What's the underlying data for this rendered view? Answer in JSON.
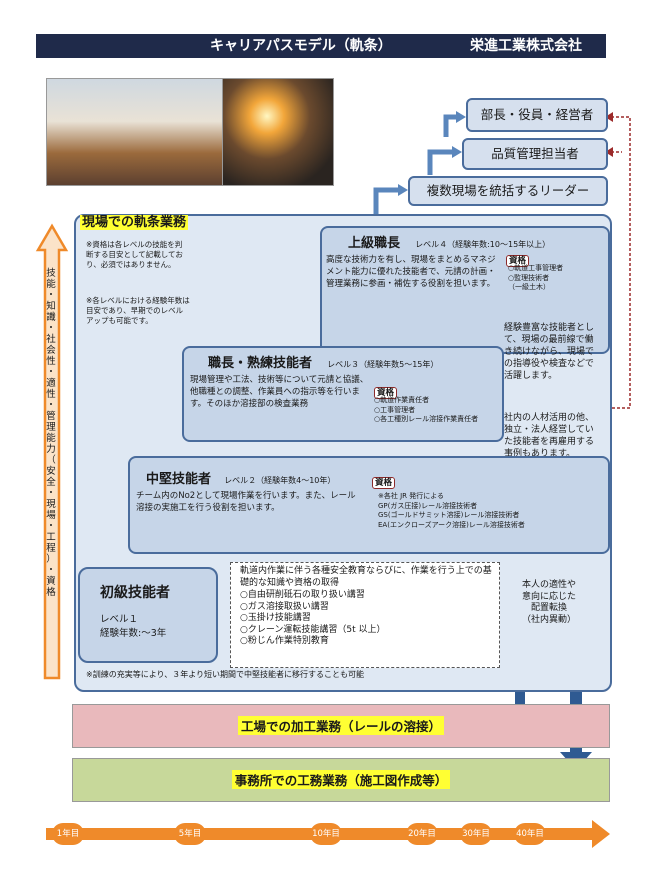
{
  "header": {
    "title": "キャリアパスモデル（軌条）",
    "company": "栄進工業株式会社"
  },
  "photos": [
    "rail-storage-photo",
    "rail-welding-photo"
  ],
  "top_roles": {
    "top": "部長・役員・経営者",
    "qa": "品質管理担当者",
    "leader": "複数現場を統括するリーダー"
  },
  "field": {
    "title": "現場での軌条業務",
    "note1": "※資格は各レベルの技能を判断する目安として記載しており、必須ではありません。",
    "note2": "※各レベルにおける経験年数は目安であり、早期でのレベルアップも可能です。",
    "footnote": "※訓練の充実等により、３年より短い期間で中堅技能者に移行することも可能"
  },
  "vertical_label": [
    "技",
    "能",
    "・",
    "知",
    "識",
    "・",
    "社",
    "会",
    "性",
    "・",
    "適",
    "性",
    "・",
    "管",
    "理",
    "能",
    "力",
    "（",
    "安",
    "全",
    "・",
    "現",
    "場",
    "・",
    "工",
    "程",
    "）",
    "・",
    "資",
    "格"
  ],
  "levels": {
    "l4": {
      "title": "上級職長",
      "sub": "レベル４（経験年数:10～15年以上）",
      "desc": "高度な技術力を有し、現場をまとめるマネジメント能力に優れた技能者で、元請の計画・管理業務に参画・補佐する役割を担います。",
      "qual_label": "資格",
      "quals": [
        "○軌道工事管理者",
        "○監理技術者",
        "（一級土木）"
      ]
    },
    "l3": {
      "title": "職長・熟練技能者",
      "sub": "レベル３（経験年数5～15年）",
      "desc": "現場管理や工法、技術等について元請と協議、他職種との調整、作業員への指示等を行います。そのほか溶接部の検査業務",
      "qual_label": "資格",
      "quals": [
        "○軌道作業責任者",
        "○工事管理者",
        "○各工種別レール溶接作業責任者"
      ]
    },
    "l2": {
      "title": "中堅技能者",
      "sub": "レベル２（経験年数4～10年）",
      "desc": "チーム内のNo2として現場作業を行います。また、レール溶接の実施工を行う役割を担います。",
      "qual_label": "資格",
      "quals": [
        "※各社 JR 発行による",
        "GP(ガス圧接)レール溶接技術者",
        "GS(ゴールドサミット溶接)レール溶接技術者",
        "EA(エンクローズアーク溶接)レール溶接技術者"
      ]
    },
    "l1": {
      "title": "初級技能者",
      "level": "レベル１",
      "years": "経験年数:～3年"
    }
  },
  "training": {
    "intro": "軌道内作業に伴う各種安全教育ならびに、作業を行う上での基礎的な知識や資格の取得",
    "items": [
      "○自由研削砥石の取り扱い講習",
      "○ガス溶接取扱い講習",
      "○玉掛け技能講習",
      "○クレーン運転技能講習（5t 以上）",
      "○粉じん作業特別教育"
    ]
  },
  "experienced_note": "経験豊富な技能者として、現場の最前線で働き続けながら、現場での指導役や検査などで活躍します。",
  "hire_note": "社内の人材活用の他、独立・法人経営していた技能者を再雇用する事例もあります。",
  "transfer_note": [
    "本人の適性や",
    "意向に応じた",
    "配置転換",
    "（社内異動）"
  ],
  "factory": "工場での加工業務（レールの溶接）",
  "office": "事務所での工務業務（施工図作成等）",
  "timeline": [
    "1年目",
    "5年目",
    "10年目",
    "20年目",
    "30年目",
    "40年目"
  ],
  "colors": {
    "accent_orange": "#ef8a2a",
    "border_blue": "#4a6c9c",
    "highlight_yellow": "#ffff33",
    "factory_pink": "#e9b9bc",
    "office_green": "#c7d89a",
    "ellipse_green": "#2f9a3c",
    "dashed_red": "#9c2a2a"
  }
}
